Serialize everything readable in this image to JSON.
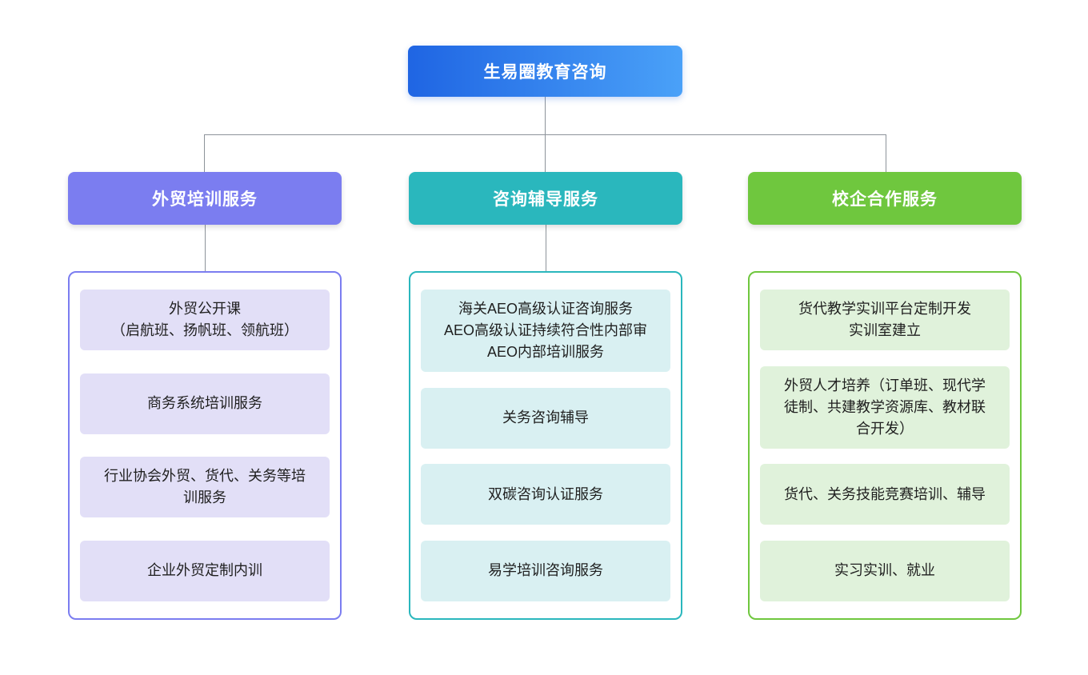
{
  "diagram": {
    "root": {
      "label": "生易圈教育咨询"
    },
    "branches": [
      {
        "label": "外贸培训服务",
        "items": [
          [
            "外贸公开课",
            "（启航班、扬帆班、领航班）"
          ],
          "商务系统培训服务",
          "行业协会外贸、货代、关务等培训服务",
          "企业外贸定制内训"
        ]
      },
      {
        "label": "咨询辅导服务",
        "items": [
          [
            "海关AEO高级认证咨询服务",
            "AEO高级认证持续符合性内部审",
            "AEO内部培训服务"
          ],
          "关务咨询辅导",
          "双碳咨询认证服务",
          "易学培训咨询服务"
        ]
      },
      {
        "label": "校企合作服务",
        "items": [
          [
            "货代教学实训平台定制开发",
            "实训室建立"
          ],
          "外贸人才培养（订单班、现代学徒制、共建教学资源库、教材联合开发）",
          "货代、关务技能竞赛培训、辅导",
          "实习实训、就业"
        ]
      }
    ],
    "colors": {
      "root_gradient_start": "#1f65e3",
      "root_gradient_end": "#4aa1f8",
      "branch1_accent": "#7b7df0",
      "branch1_item_bg": "#e2dff7",
      "branch2_accent": "#2ab7bd",
      "branch2_item_bg": "#d9f0f2",
      "branch3_accent": "#6fc73e",
      "branch3_item_bg": "#e0f2db",
      "connector": "#8d939a"
    }
  }
}
